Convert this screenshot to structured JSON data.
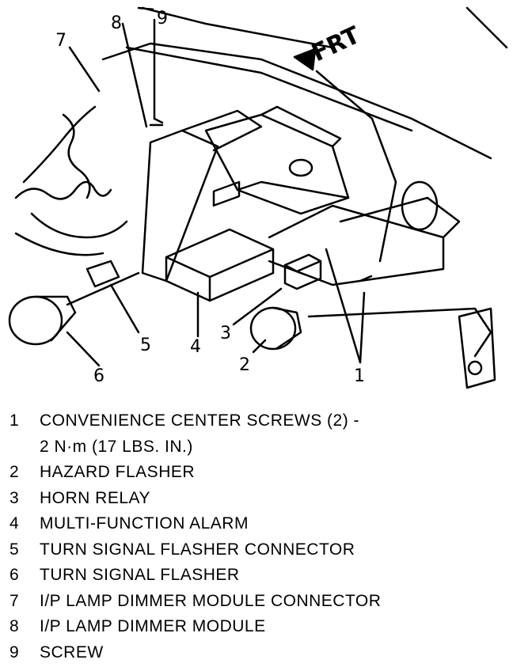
{
  "direction_label": "FRT",
  "callouts": [
    "1",
    "2",
    "3",
    "4",
    "5",
    "6",
    "7",
    "8",
    "9"
  ],
  "legend": [
    {
      "num": "1",
      "text": "CONVENIENCE CENTER SCREWS (2) -",
      "cont": "2 N·m (17 LBS. IN.)"
    },
    {
      "num": "2",
      "text": "HAZARD FLASHER"
    },
    {
      "num": "3",
      "text": "HORN RELAY"
    },
    {
      "num": "4",
      "text": "MULTI-FUNCTION ALARM"
    },
    {
      "num": "5",
      "text": "TURN SIGNAL FLASHER CONNECTOR"
    },
    {
      "num": "6",
      "text": "TURN SIGNAL FLASHER"
    },
    {
      "num": "7",
      "text": "I/P LAMP DIMMER MODULE CONNECTOR"
    },
    {
      "num": "8",
      "text": "I/P LAMP DIMMER MODULE"
    },
    {
      "num": "9",
      "text": "SCREW"
    }
  ]
}
